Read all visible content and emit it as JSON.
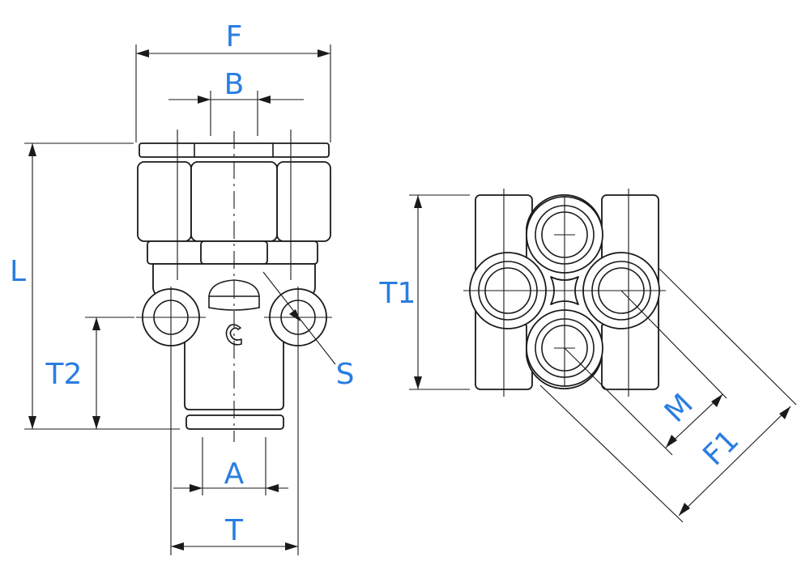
{
  "labels": {
    "F": "F",
    "B": "B",
    "L": "L",
    "T2": "T2",
    "S": "S",
    "A": "A",
    "T": "T",
    "T1": "T1",
    "M": "M",
    "F1": "F1"
  },
  "colors": {
    "label": "#2a7de1",
    "line": "#1a1a1a"
  }
}
